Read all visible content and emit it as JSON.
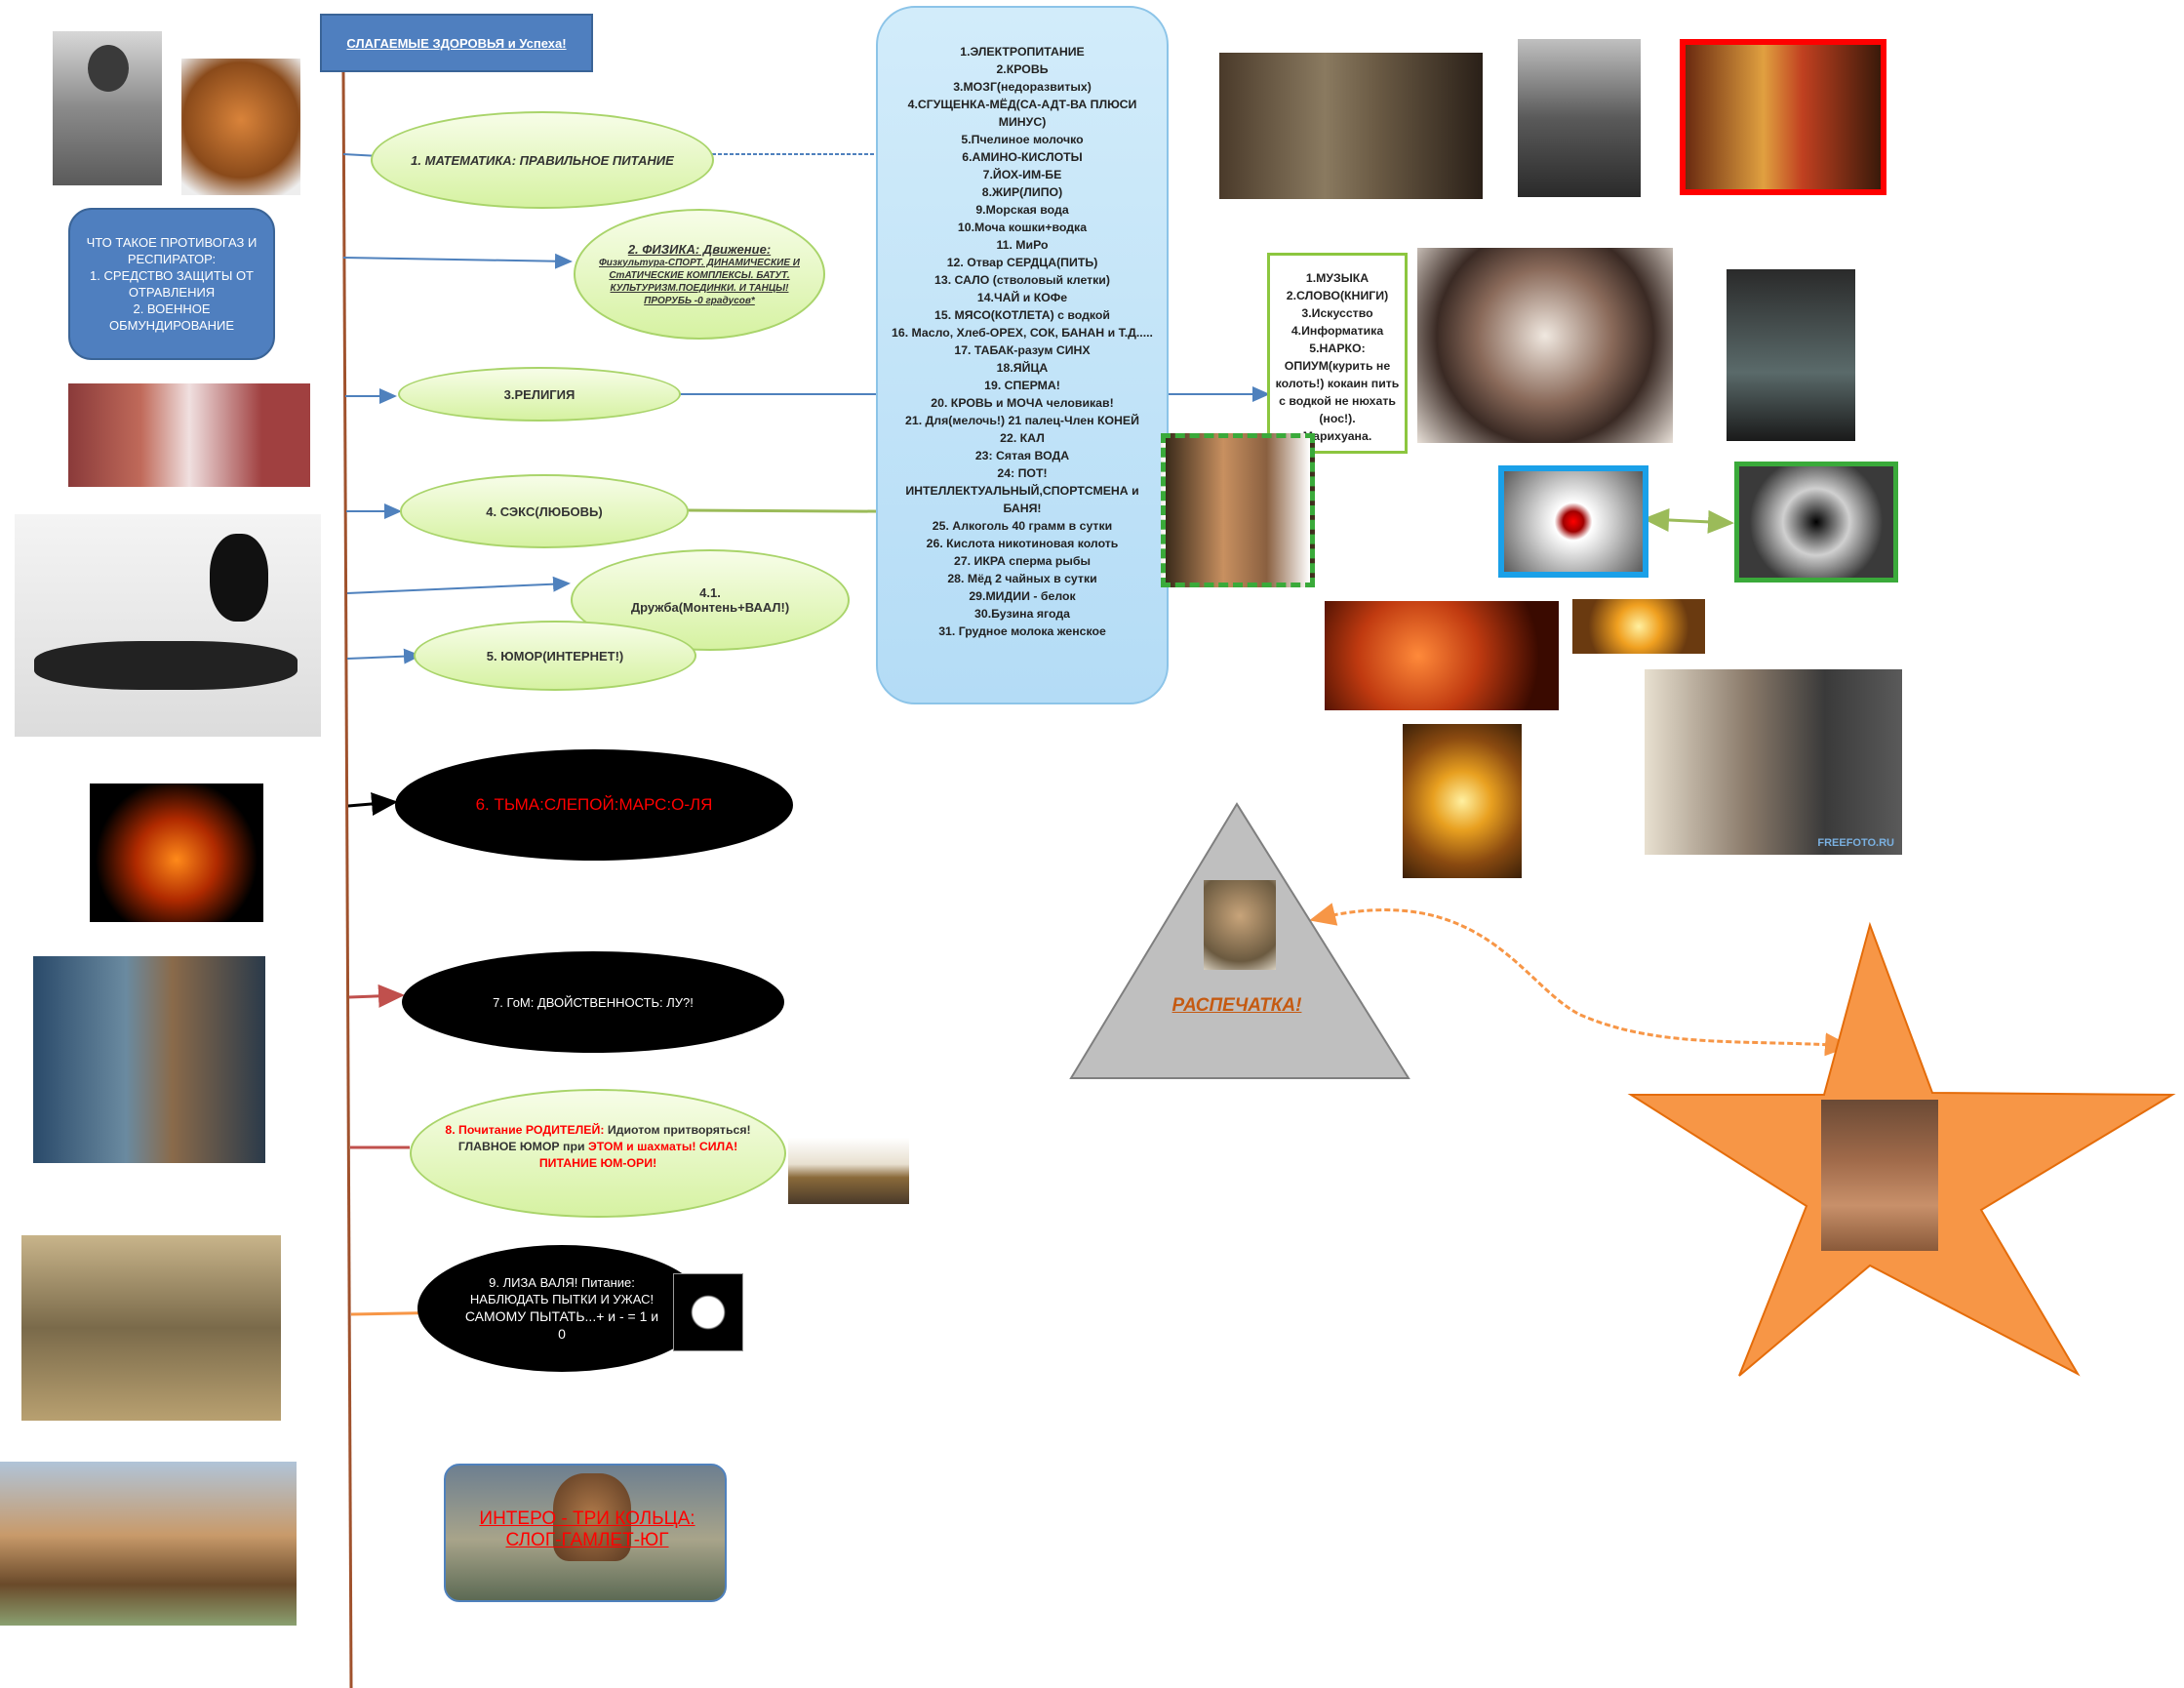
{
  "title": "СЛАГАЕМЫЕ ЗДОРОВЬЯ и Успеха!",
  "left_box": {
    "lines": [
      "ЧТО ТАКОЕ ПРОТИВОГАЗ И РЕСПИРАТОР:",
      "1. СРЕДСТВО ЗАЩИТЫ ОТ ОТРАВЛЕНИЯ",
      "2. ВОЕННОЕ ОБМУНДИРОВАНИЕ"
    ]
  },
  "branches": {
    "b1": "1. МАТЕМАТИКА: ПРАВИЛЬНОЕ ПИТАНИЕ",
    "b2_title": "2. ФИЗИКА: Движение:",
    "b2_body": "Физкультура-СПОРТ. ДИНАМИЧЕСКИЕ И СтАТИЧЕСКИЕ КОМПЛЕКСЫ. БАТУТ. КУЛЬТУРИЗМ.ПОЕДИНКИ. И ТАНЦЫ! ПРОРУБЬ -0 градусов*",
    "b3": "3.РЕЛИГИЯ",
    "b4": "4. СЭКС(ЛЮБОВЬ)",
    "b41_line1": "4.1.",
    "b41_line2": "Дружба(Монтень+ВААЛ!)",
    "b5": "5. ЮМОР(ИНТЕРНЕТ!)",
    "b6": "6. ТЬМА:СЛЕПОЙ:МАРС:О-ЛЯ",
    "b7": "7. ГоМ: ДВОЙСТВЕННОСТЬ: ЛУ?!",
    "b8_red1": "8. Почитание РОДИТЕЛЕЙ:",
    "b8_black1": " Идиотом притворяться! ГЛАВНОЕ ЮМОР при ",
    "b8_red2": "ЭТОМ и шахматы! СИЛА! ПИТАНИЕ ЮМ-ОРИ!",
    "b9_line1": "9. ЛИЗА ВАЛЯ! Питание: НАБЛЮДАТЬ ПЫТКИ И УЖАС!",
    "b9_line2": "САМОМУ ПЫТАТЬ...+ и - = 1 и 0",
    "intro": "ИНТЕРО - ТРИ КОЛЬЦА: СЛОГ-ГАМЛЕТ-ЮГ"
  },
  "food_list": [
    "1.ЭЛЕКТРОПИТАНИЕ",
    "2.КРОВЬ",
    "3.МОЗГ(недоразвитых)",
    "4.СГУЩЕНКА-МЁД(СА-АДТ-ВА ПЛЮСИ МИНУС)",
    "5.Пчелиное молочко",
    "6.АМИНО-КИСЛОТЫ",
    "7.ЙОХ-ИМ-БЕ",
    "8.ЖИР(ЛИПО)",
    "9.Морская вода",
    "10.Моча кошки+водка",
    "11. МиРо",
    "12. Отвар СЕРДЦА(ПИТЬ)",
    "13. САЛО (стволовый клетки)",
    "14.ЧАЙ и КОФе",
    "15. МЯСО(КОТЛЕТА) с водкой",
    "16. Масло, Хлеб-ОРЕХ, СОК, БАНАН и Т.Д.....",
    "17. ТАБАК-разум СИНХ",
    "18.ЯЙЦА",
    "19. СПЕРМА!",
    "20. КРОВЬ и МОЧА человикав!",
    "21. Для(мелочь!) 21 палец-Член КОНЕЙ",
    "22. КАЛ",
    "23: Сятая ВОДА",
    "24: ПОТ! ИНТЕЛЛЕКТУАЛЬНЫЙ,СПОРТСМЕНА и БАНЯ!",
    "25. Алкоголь 40 грамм в сутки",
    "26. Кислота никотиновая колоть",
    "27. ИКРА сперма рыбы",
    "28. Мёд 2 чайных в сутки",
    "29.МИДИИ - белок",
    "30.Бузина ягода",
    "31. Грудное молока женское"
  ],
  "culture_list": [
    "1.МУЗЫКА",
    "2.СЛОВО(КНИГИ)",
    "3.Искусство",
    "4.Информатика",
    "5.НАРКО: ОПИУМ(курить не колоть!) кокаин пить с водкой не нюхать (нос!).",
    "Марихуана."
  ],
  "triangle_label": "РАСПЕЧАТКА!",
  "watermark": "FREEFOTO.RU",
  "colors": {
    "blue_box": "#4f7fbf",
    "list_bg": "#c6e6f8",
    "green_ellipse": "#e2f6bf",
    "timeline": "#a0522d",
    "star": "#f79646",
    "triangle": "#bfbfbf",
    "red_border": "#ff0000"
  }
}
